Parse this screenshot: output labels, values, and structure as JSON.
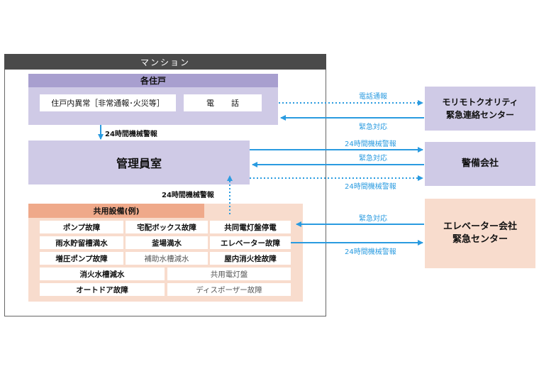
{
  "mansion": {
    "title": "マンション"
  },
  "residences": {
    "title": "各住戸",
    "anomaly": "住戸内異常［非常通報･火災等］",
    "phone": "電話"
  },
  "management_room": {
    "label": "管理員室"
  },
  "common_equipment": {
    "title": "共用設備(例)",
    "items": [
      "ポンプ故障",
      "宅配ボックス故障",
      "共同電灯盤停電",
      "雨水貯留槽満水",
      "釜場満水",
      "エレベーター故障",
      "増圧ポンプ故障",
      "補助水槽減水",
      "屋内消火栓故障",
      "消火水槽減水",
      "共用電灯盤",
      "オートドア故障",
      "ディスポーザー故障"
    ]
  },
  "entities": {
    "morimoto": [
      "モリモトクオリティ",
      "緊急連絡センター"
    ],
    "security": "警備会社",
    "elevator": [
      "エレベーター会社",
      "緊急センター"
    ]
  },
  "labels": {
    "phone_report": "電話通報",
    "emergency_response": "緊急対応",
    "machine_alarm_24h": "24時間機械警報"
  },
  "colors": {
    "arrow_blue": "#2a9be0",
    "purple_box": "#cfcae6",
    "purple_header": "#a89fcf",
    "peach_box": "#f8dccd",
    "peach_header": "#efa98a",
    "mansion_header": "#4a4a4a"
  }
}
